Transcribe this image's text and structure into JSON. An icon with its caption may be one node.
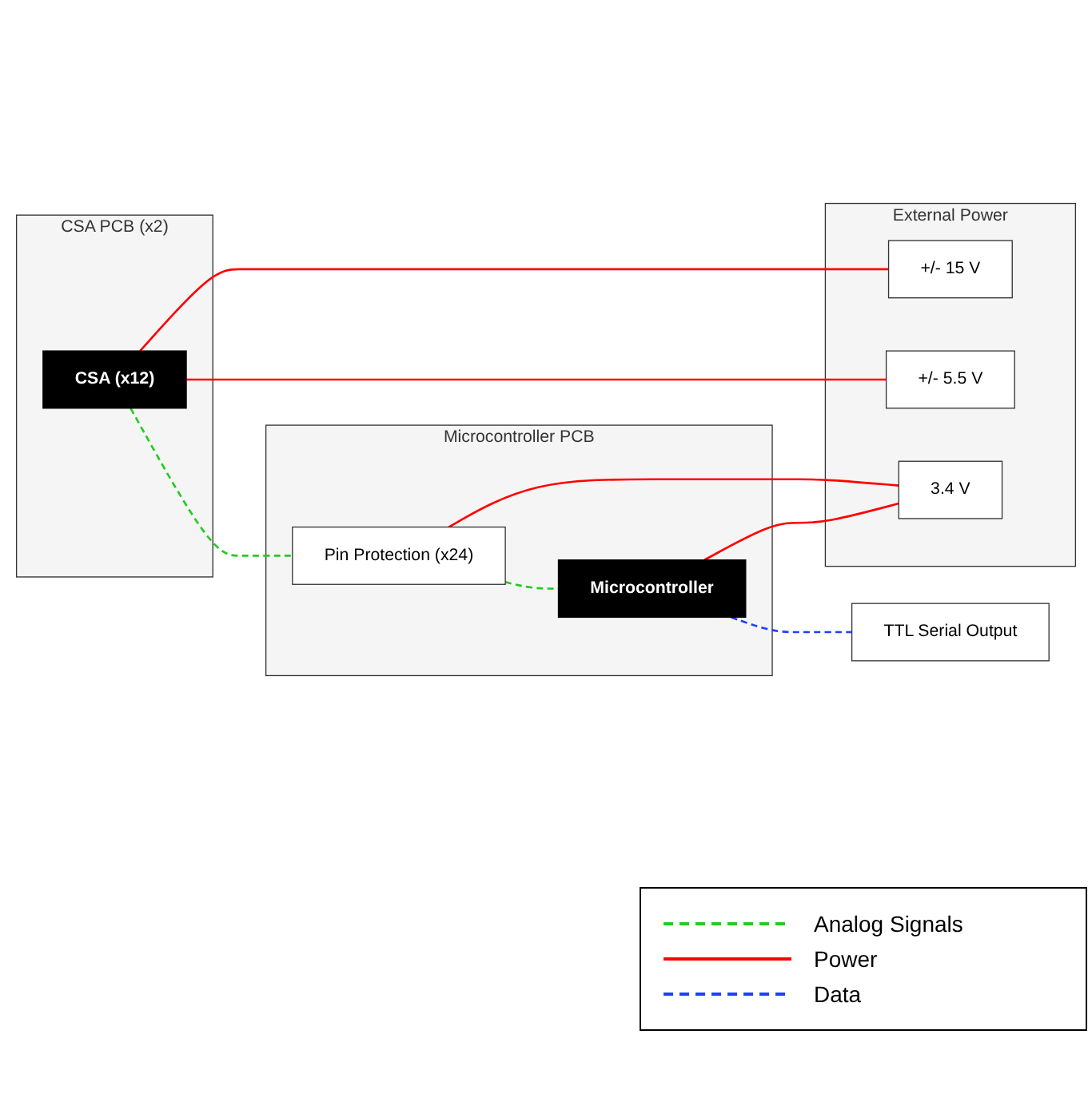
{
  "diagram": {
    "nodes": [
      {
        "text": [
          "CSA PCB (x2)"
        ]
      },
      {
        "text": [
          "CSA (x12)"
        ],
        "in": 0
      },
      {
        "text": [
          "External Power"
        ]
      },
      {
        "text": [
          "+/- 15 V"
        ],
        "in": 2
      },
      {
        "text": [
          "+/- 5.5 V"
        ],
        "in": 2
      },
      {
        "text": [
          "3.4 V"
        ],
        "in": 2
      },
      {
        "text": [
          "Microcontroller PCB"
        ]
      },
      {
        "text": [
          "Pin Protection (x24)"
        ],
        "in": 6
      },
      {
        "text": [
          "Microcontroller"
        ],
        "in": 6
      },
      {
        "text": [
          "TTL Serial Output"
        ]
      }
    ],
    "edges": [
      {
        "from": 1,
        "to": 3,
        "arrow": "none"
      },
      {
        "from": 1,
        "to": 4,
        "arrow": "none"
      },
      {
        "from": 1,
        "to": 7,
        "arrow": "none",
        "style": "dashed",
        "color": "#22cc22"
      },
      {
        "from": 7,
        "to": 5,
        "arrow": "none"
      },
      {
        "from": 8,
        "to": 5,
        "arrow": "none"
      },
      {
        "from": 7,
        "to": 8,
        "arrow": "none",
        "style": "dashed",
        "color": "#22cc22"
      },
      {
        "from": 8,
        "to": 9,
        "arrow": "none",
        "style": "dashed",
        "color": "#1f3fff"
      }
    ],
    "legend": [
      {
        "text": "Analog Signals"
      },
      {
        "text": "Power"
      },
      {
        "text": "Data"
      }
    ]
  }
}
